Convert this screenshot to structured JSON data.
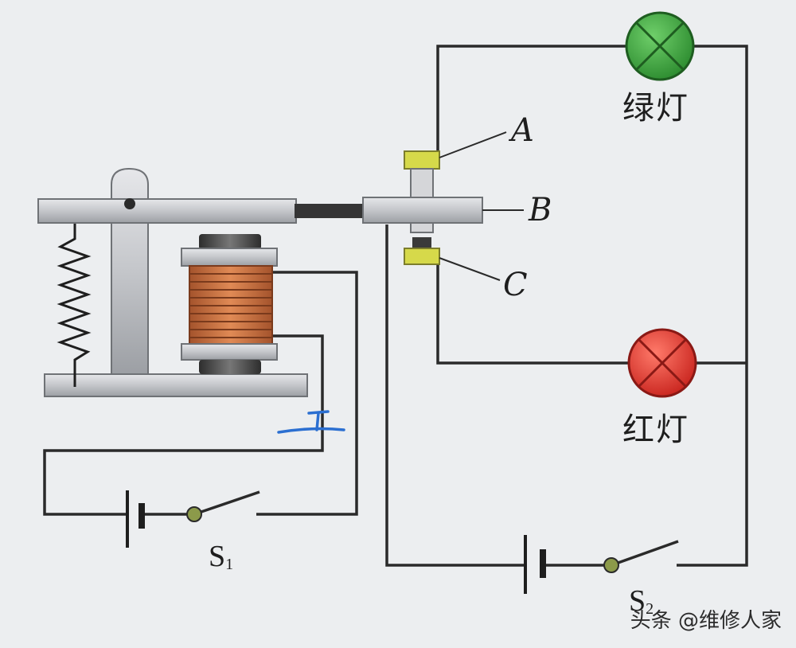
{
  "labels": {
    "contact_a": "A",
    "contact_b": "B",
    "contact_c": "C",
    "green_lamp": "绿灯",
    "red_lamp": "红灯",
    "switch_1_main": "S",
    "switch_1_sub": "1",
    "switch_2_main": "S",
    "switch_2_sub": "2"
  },
  "watermark": "头条 @维修人家",
  "colors": {
    "wire": "#2a2a2a",
    "metal": "#c4c6ca",
    "metal_edge": "#6f7276",
    "coil": "#c8683a",
    "contact": "#d6d94a",
    "green_lamp": "#3aa23a",
    "red_lamp": "#e03a32",
    "blue_mark": "#2b6fd1"
  },
  "icons": {
    "green_lamp": "lamp-icon",
    "red_lamp": "lamp-icon",
    "coil": "electromagnet-icon",
    "spring": "spring-icon",
    "battery": "battery-icon",
    "switch": "switch-icon"
  }
}
